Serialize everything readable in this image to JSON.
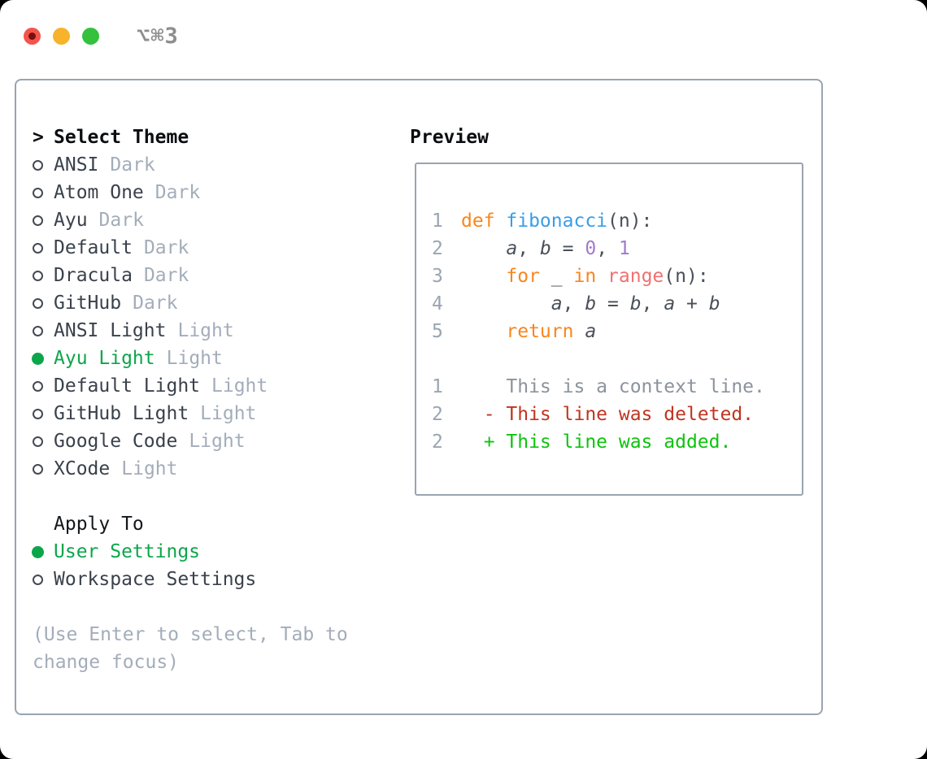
{
  "titlebar": {
    "shortcut": "⌥⌘3"
  },
  "theme_panel": {
    "header": {
      "marker": ">",
      "label": "Select Theme"
    },
    "themes": [
      {
        "name": "ANSI",
        "tag": "Dark",
        "selected": false
      },
      {
        "name": "Atom One",
        "tag": "Dark",
        "selected": false
      },
      {
        "name": "Ayu",
        "tag": "Dark",
        "selected": false
      },
      {
        "name": "Default",
        "tag": "Dark",
        "selected": false
      },
      {
        "name": "Dracula",
        "tag": "Dark",
        "selected": false
      },
      {
        "name": "GitHub",
        "tag": "Dark",
        "selected": false
      },
      {
        "name": "ANSI Light",
        "tag": "Light",
        "selected": false
      },
      {
        "name": "Ayu Light",
        "tag": "Light",
        "selected": true
      },
      {
        "name": "Default Light",
        "tag": "Light",
        "selected": false
      },
      {
        "name": "GitHub Light",
        "tag": "Light",
        "selected": false
      },
      {
        "name": "Google Code",
        "tag": "Light",
        "selected": false
      },
      {
        "name": "XCode",
        "tag": "Light",
        "selected": false
      }
    ],
    "apply_to": {
      "label": "Apply To",
      "options": [
        {
          "name": "User Settings",
          "selected": true
        },
        {
          "name": "Workspace Settings",
          "selected": false
        }
      ]
    },
    "hint": "(Use Enter to select, Tab to change focus)"
  },
  "preview": {
    "label": "Preview",
    "code_lines": [
      {
        "num": "1",
        "segments": [
          {
            "t": "def ",
            "c": "kw"
          },
          {
            "t": "fibonacci",
            "c": "fn"
          },
          {
            "t": "(n):",
            "c": "def"
          }
        ]
      },
      {
        "num": "2",
        "segments": [
          {
            "t": "    ",
            "c": "def"
          },
          {
            "t": "a",
            "c": "var"
          },
          {
            "t": ", ",
            "c": "def"
          },
          {
            "t": "b",
            "c": "var"
          },
          {
            "t": " = ",
            "c": "def"
          },
          {
            "t": "0",
            "c": "num"
          },
          {
            "t": ", ",
            "c": "def"
          },
          {
            "t": "1",
            "c": "num"
          }
        ]
      },
      {
        "num": "3",
        "segments": [
          {
            "t": "    ",
            "c": "def"
          },
          {
            "t": "for",
            "c": "kw"
          },
          {
            "t": " _ ",
            "c": "def"
          },
          {
            "t": "in",
            "c": "kw"
          },
          {
            "t": " ",
            "c": "def"
          },
          {
            "t": "range",
            "c": "call"
          },
          {
            "t": "(n):",
            "c": "def"
          }
        ]
      },
      {
        "num": "4",
        "segments": [
          {
            "t": "        ",
            "c": "def"
          },
          {
            "t": "a",
            "c": "var"
          },
          {
            "t": ", ",
            "c": "def"
          },
          {
            "t": "b",
            "c": "var"
          },
          {
            "t": " = ",
            "c": "def"
          },
          {
            "t": "b",
            "c": "var"
          },
          {
            "t": ", ",
            "c": "def"
          },
          {
            "t": "a",
            "c": "var"
          },
          {
            "t": " + ",
            "c": "def"
          },
          {
            "t": "b",
            "c": "var"
          }
        ]
      },
      {
        "num": "5",
        "segments": [
          {
            "t": "    ",
            "c": "def"
          },
          {
            "t": "return",
            "c": "kw"
          },
          {
            "t": " ",
            "c": "def"
          },
          {
            "t": "a",
            "c": "var"
          }
        ]
      }
    ],
    "diff_lines": [
      {
        "num": "1",
        "type": "context",
        "text": "    This is a context line."
      },
      {
        "num": "2",
        "type": "deleted",
        "text": "  - This line was deleted."
      },
      {
        "num": "2",
        "type": "added",
        "text": "  + This line was added."
      }
    ]
  },
  "colors": {
    "accent_green": "#0ca64a",
    "heading": "#0b0d10",
    "text_primary": "#3a414b",
    "text_muted": "#a3adba",
    "border": "#9aa4b0",
    "code_keyword": "#f8861d",
    "code_function": "#399ee6",
    "code_call": "#f07171",
    "code_number": "#a37acc",
    "code_default": "#4a5059",
    "line_number": "#9aa5b2",
    "diff_context": "#8b939d",
    "diff_deleted": "#c13420",
    "diff_added": "#0dc40d",
    "traffic_red": "#f2554d",
    "traffic_yellow": "#f7b32b",
    "traffic_green": "#35c13e"
  }
}
